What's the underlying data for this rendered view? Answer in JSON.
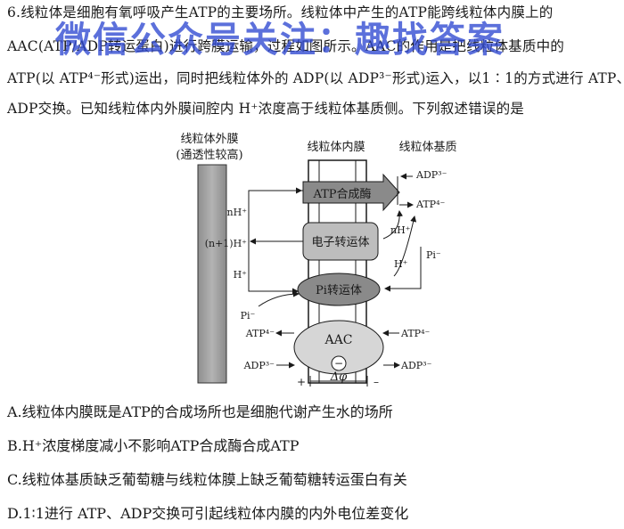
{
  "question": {
    "lines": [
      "6.线粒体是细胞有氧呼吸产生ATP的主要场所。线粒体中产生的ATP能跨线粒体内膜上的",
      "AAC(ATP/ADP转运蛋白)进行跨膜运输，过程如图所示。AAC的作用是把线粒体基质中的",
      "ATP(以 ATP⁴⁻形式)运出，同时把线粒体外的 ADP(以 ADP³⁻形式)运入，以1∶1的方式进行 ATP、",
      "ADP交换。已知线粒体内外膜间腔内 H⁺浓度高于线粒体基质侧。下列叙述错误的是"
    ]
  },
  "watermark": "微信公众号关注：趣找答案",
  "diagram": {
    "outer_membrane_label": "线粒体外膜",
    "outer_membrane_note": "(通透性较高)",
    "inner_membrane_label": "线粒体内膜",
    "matrix_label": "线粒体基质",
    "atp_synthase": "ATP合成酶",
    "electron_transporter": "电子转运体",
    "pi_transporter": "Pi转运体",
    "aac": "AAC",
    "nH_left": "nH⁺",
    "n1H": "(n+1)H⁺",
    "H_left": "H⁺",
    "Pi_left": "Pi⁻",
    "nH_right": "nH⁺",
    "H_right": "H⁺",
    "Pi_right": "Pi⁻",
    "adp_matrix_top": "ADP³⁻",
    "atp_matrix_top": "ATP⁴⁻",
    "atp_left": "ATP⁴⁻",
    "adp_left": "ADP³⁻",
    "atp_right": "ATP⁴⁻",
    "adp_right": "ADP³⁻",
    "plus": "+",
    "minus": "–",
    "potential": "Δφ",
    "minus_circle": "−"
  },
  "options": [
    "A.线粒体内膜既是ATP的合成场所也是细胞代谢产生水的场所",
    "B.H⁺浓度梯度减小不影响ATP合成酶合成ATP",
    "C.线粒体基质缺乏葡萄糖与线粒体膜上缺乏葡萄糖转运蛋白有关",
    "D.1∶1进行 ATP、ADP交换可引起线粒体内膜的内外电位差变化"
  ]
}
